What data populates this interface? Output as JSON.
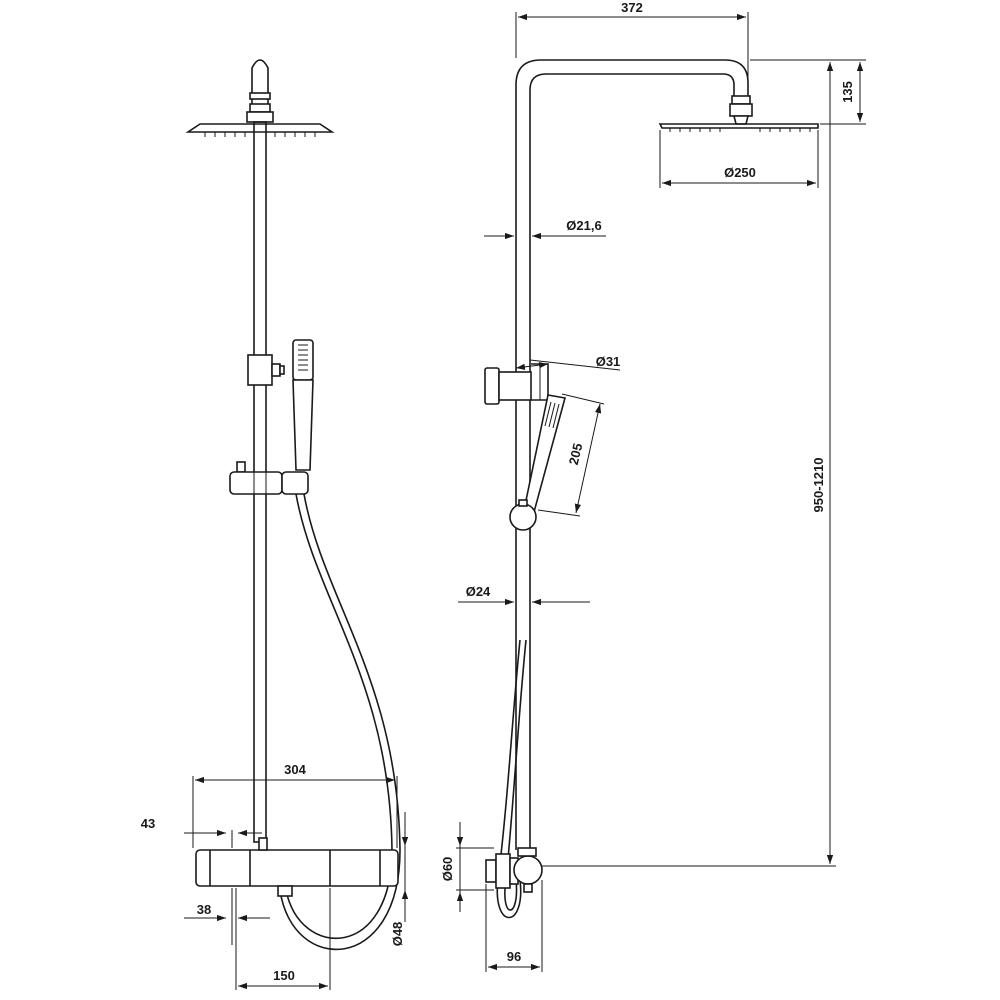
{
  "dimensions": {
    "front_rail_width": "304",
    "front_wall_offset": "43",
    "front_handle_offset": "38",
    "front_center_distance": "150",
    "front_body_diameter": "Ø48",
    "side_arm_length": "372",
    "side_arm_height": "135",
    "head_diameter": "Ø250",
    "pipe_upper_diameter": "Ø21,6",
    "holder_diameter": "Ø31",
    "hand_shower_length": "205",
    "height_range": "950-1210",
    "pipe_lower_diameter": "Ø24",
    "valve_height": "Ø60",
    "wall_projection": "96"
  },
  "colors": {
    "line": "#1a1a1a",
    "background": "#ffffff"
  }
}
